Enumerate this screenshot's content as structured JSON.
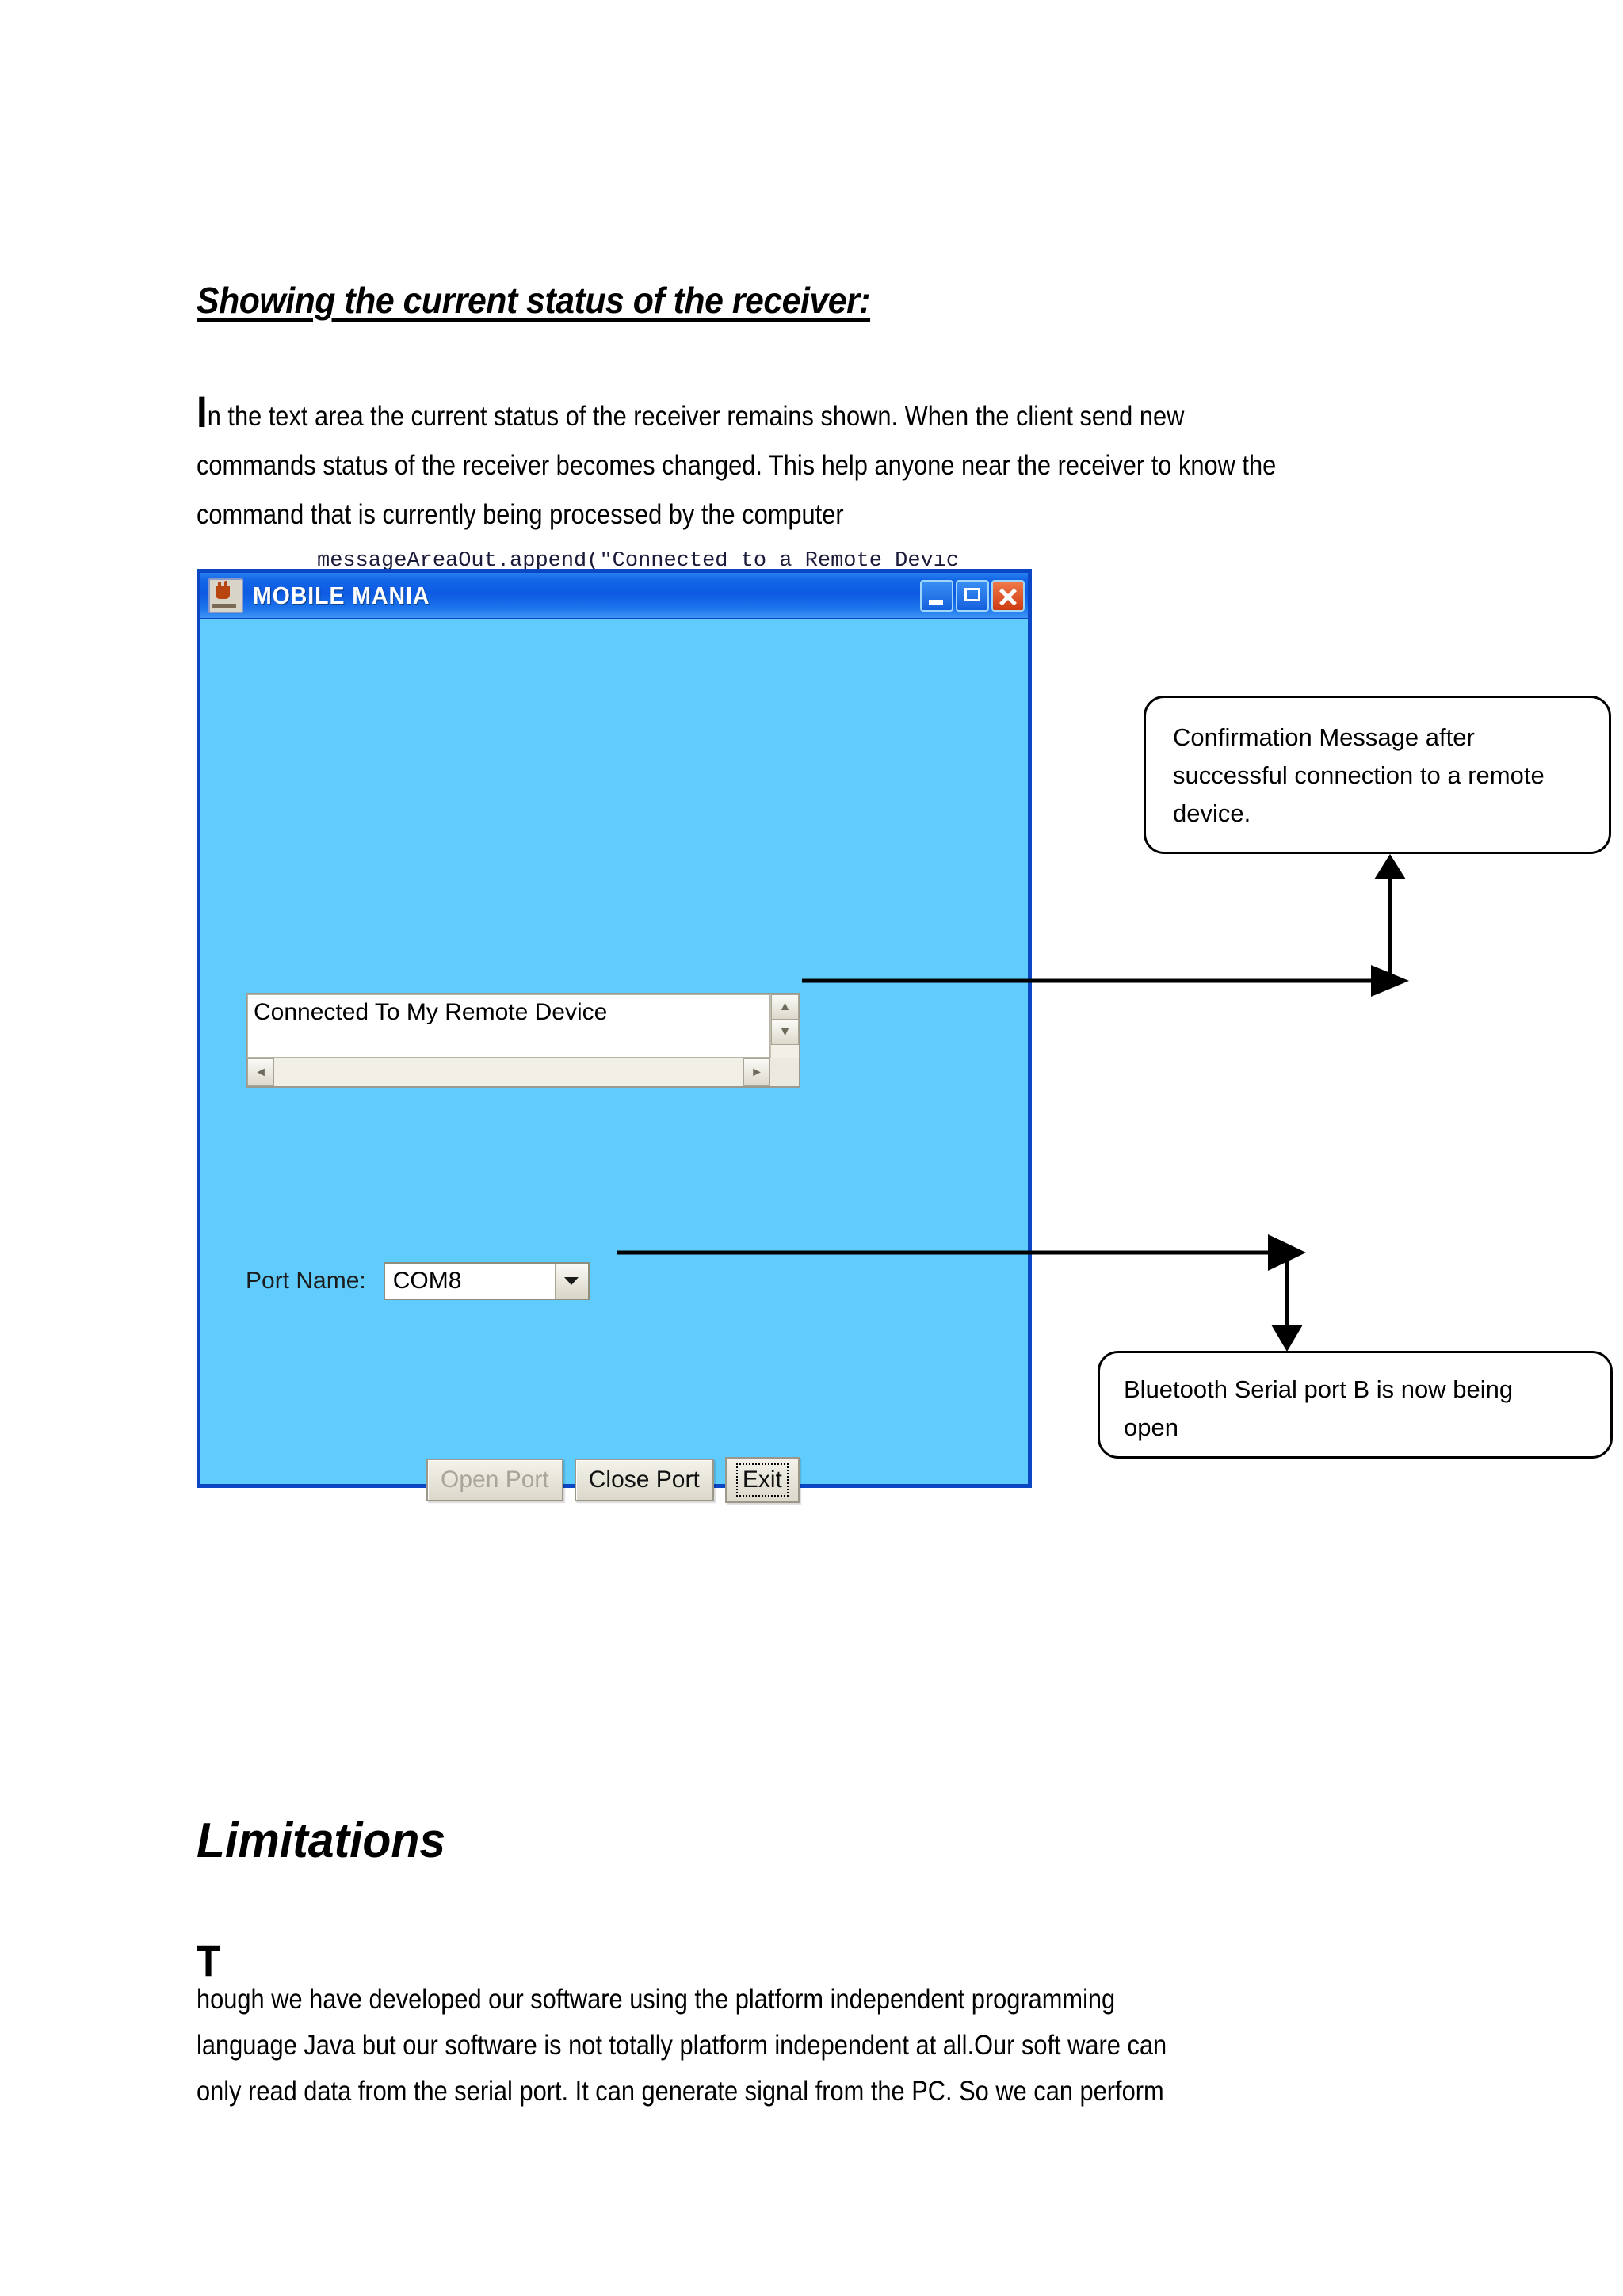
{
  "document": {
    "heading": "Showing the current status of the receiver:",
    "paragraph_top": {
      "dropcap": "I",
      "line1": "n the text area the current status of the receiver remains shown. When the client send new",
      "line2": "commands status of the receiver becomes changed. This help anyone near the receiver to know  the",
      "line3": "command that is currently being processed by the computer"
    },
    "heading2": "Limitations",
    "paragraph_bottom": {
      "dropcap": "T",
      "line1": "hough we have developed our software using the platform independent programming",
      "line2": "language Java but our software is not totally platform independent at all.Our soft ware can",
      "line3": "only read data from the serial port. It can generate signal from the PC. So we can perform"
    },
    "clipped_code_line": "messageAreaOut.append(\"Connected to a Remote Devic"
  },
  "window": {
    "title": "MOBILE MANIA",
    "icon": "java-coffee-cup-icon",
    "controls": {
      "minimize": "minimize-icon",
      "maximize": "maximize-icon",
      "close": "close-icon"
    },
    "textarea": {
      "value": "Connected To My Remote Device",
      "scroll_up": "▲",
      "scroll_down": "▼",
      "scroll_left": "◄",
      "scroll_right": "►"
    },
    "port": {
      "label": "Port Name:",
      "selected": "COM8"
    },
    "buttons": {
      "open_port": "Open Port",
      "close_port": "Close Port",
      "exit": "Exit"
    },
    "colors": {
      "panel": "#5FCCFD",
      "frame": "#0B47C4",
      "titlebar": "#0D5AE2",
      "close_button": "#CF3B12"
    }
  },
  "callouts": {
    "confirmation": {
      "line1": "Confirmation Message after",
      "line2": "successful connection  to a remote",
      "line3": "device."
    },
    "bluetooth": {
      "line1": "Bluetooth Serial port B is now being",
      "line2": "open"
    }
  }
}
